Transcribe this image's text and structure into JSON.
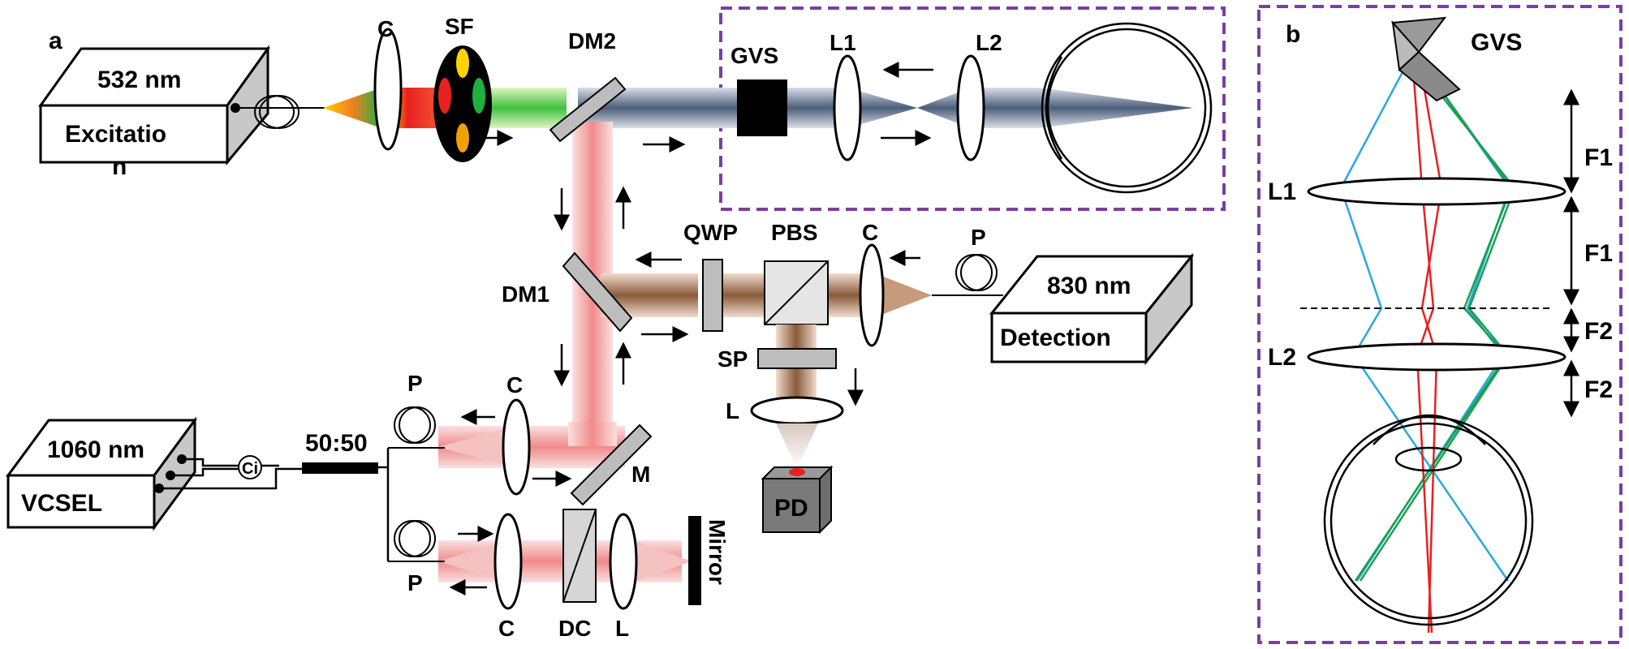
{
  "panel_a": {
    "tag": "a",
    "excitation": {
      "wavelength": "532 nm",
      "name_line1": "Excitatio",
      "name_line2": "n"
    },
    "detection": {
      "wavelength": "830 nm",
      "name": "Detection"
    },
    "vcsel": {
      "wavelength": "1060 nm",
      "name": "VCSEL"
    },
    "labels": {
      "c_top": "C",
      "sf": "SF",
      "dm2": "DM2",
      "gvs": "GVS",
      "l1": "L1",
      "l2": "L2",
      "dm1": "DM1",
      "qwp": "QWP",
      "pbs": "PBS",
      "c_det": "C",
      "p_det": "P",
      "sp": "SP",
      "l_det": "L",
      "pd": "PD",
      "coupler": "50:50",
      "circulator": "Ci",
      "p_sample": "P",
      "c_sample": "C",
      "m": "M",
      "p_ref": "P",
      "c_ref": "C",
      "dc": "DC",
      "l_ref": "L",
      "mirror": "Mirror"
    }
  },
  "panel_b": {
    "tag": "b",
    "gvs": "GVS",
    "l1": "L1",
    "l2": "L2",
    "f1_top": "F1",
    "f1_bottom": "F1",
    "f2_top": "F2",
    "f2_bottom": "F2"
  },
  "colors": {
    "frame": "#7a3fa0",
    "beam_red": "#e8282a",
    "beam_green": "#1aa050",
    "beam_blue": "#28a8e0",
    "oct_beam": "#f4a8a8",
    "det_beam": "#a86a48",
    "steel_beam": "#6e7f98"
  }
}
